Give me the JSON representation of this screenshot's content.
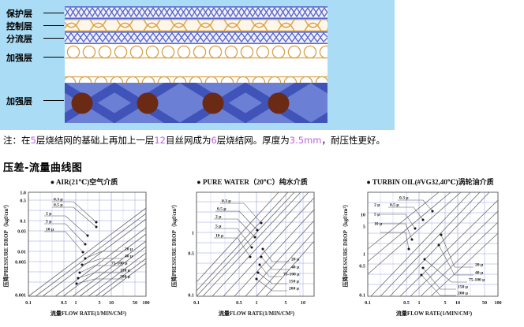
{
  "diagram": {
    "panel_name": "sintered-mesh-cross-section",
    "labels": [
      {
        "text": "保护层",
        "id": "protective-layer"
      },
      {
        "text": "控制层",
        "id": "control-layer"
      },
      {
        "text": "分流层",
        "id": "diversion-layer"
      },
      {
        "text": "加强层",
        "id": "reinforcement-layer-upper"
      },
      {
        "text": "加强层",
        "id": "reinforcement-layer-lower"
      }
    ],
    "colors": {
      "panel_background": "#aadcf5",
      "mesh_background": "#ffffff",
      "blue_weave": "#5566cc",
      "orange_weave": "#d9a24a",
      "wire_dot": "#6b2a14",
      "weave_band": "#6b7fd4"
    }
  },
  "note": {
    "prefix": "注：在",
    "v1": "5",
    "mid1": "层烧结网的基础上再加上一层",
    "v2": "12",
    "mid2": "目丝网成为",
    "v3": "6",
    "mid3": "层烧结网。厚度为",
    "v4": "3.5mm",
    "suffix": "，耐压性更好。",
    "full": "注：在5层烧结网的基础上再加上一层12目丝网成为6层烧结网。厚度为3.5mm，耐压性更好。"
  },
  "section": {
    "heading": "压差-流量曲线图"
  },
  "chart_data": [
    {
      "type": "line",
      "id": "air-chart",
      "bullet": "●",
      "title": "AIR(21℃)空气介质",
      "xlabel": "流量FLOW RATE(1/MIN/CM²)",
      "ylabel": "压降PRESSURE DROP（kgf/cm²）",
      "xticks": [
        "0.1",
        "0.5",
        "1",
        "5",
        "10",
        "50",
        "100"
      ],
      "xtickvals": [
        0.1,
        0.5,
        1,
        5,
        10,
        50,
        100
      ],
      "yticks": [
        "1.0",
        "0.5",
        "0.1",
        "0.05",
        "0.01",
        "0.005",
        "0.001"
      ],
      "ytickvals": [
        1.0,
        0.5,
        0.1,
        0.05,
        0.01,
        0.005,
        0.001
      ],
      "xlim": [
        0.1,
        100
      ],
      "ylim": [
        0.001,
        1.5
      ],
      "grid": true,
      "legend_position": "inline-callouts",
      "series": [
        {
          "name": "0.3 μ",
          "label_side": "left",
          "at_x": 5.0,
          "at_y": 0.12
        },
        {
          "name": "0.5 μ",
          "label_side": "left",
          "at_x": 5.0,
          "at_y": 0.075
        },
        {
          "name": "2 μ",
          "label_side": "left",
          "at_x": 3.2,
          "at_y": 0.04
        },
        {
          "name": "5 μ",
          "label_side": "left",
          "at_x": 3.2,
          "at_y": 0.022
        },
        {
          "name": "10 μ",
          "label_side": "left",
          "at_x": 3.2,
          "at_y": 0.013
        },
        {
          "name": "20 μ",
          "label_side": "right",
          "at_x": 2.0,
          "at_y": 0.0075
        },
        {
          "name": "40 μ",
          "label_side": "right",
          "at_x": 2.0,
          "at_y": 0.0045
        },
        {
          "name": "75-100 μ",
          "label_side": "right",
          "at_x": 2.0,
          "at_y": 0.0028
        },
        {
          "name": "150 μ",
          "label_side": "right",
          "at_x": 2.0,
          "at_y": 0.0018
        },
        {
          "name": "200 μ",
          "label_side": "right",
          "at_x": 2.0,
          "at_y": 0.0013
        }
      ]
    },
    {
      "type": "line",
      "id": "pure-water-chart",
      "bullet": "●",
      "title": "PURE WATER（20℃）纯水介质",
      "xlabel": "流量FLOW RATE(1/MIN/CM²)",
      "ylabel": "压降PRESSURE DROP（kgf/cm²）",
      "xticks": [
        "0.1",
        "0.5",
        "1",
        "5",
        "10"
      ],
      "xtickvals": [
        0.1,
        0.5,
        1,
        5,
        10
      ],
      "yticks": [
        "1",
        "0.5",
        "0.1"
      ],
      "ytickvals": [
        1,
        0.5,
        0.1
      ],
      "xlim": [
        0.1,
        20
      ],
      "ylim": [
        0.06,
        8
      ],
      "grid": true,
      "legend_position": "inline-callouts",
      "series": [
        {
          "name": "0.3 μ",
          "label_side": "left",
          "at_x": 1.1,
          "at_y": 2.3
        },
        {
          "name": "0.5 μ",
          "label_side": "left",
          "at_x": 1.0,
          "at_y": 1.75
        },
        {
          "name": "2 μ",
          "label_side": "left",
          "at_x": 0.95,
          "at_y": 1.25
        },
        {
          "name": "5 μ",
          "label_side": "left",
          "at_x": 0.95,
          "at_y": 0.72
        },
        {
          "name": "10 μ",
          "label_side": "left",
          "at_x": 0.95,
          "at_y": 0.45
        },
        {
          "name": "20 μ",
          "label_side": "right",
          "at_x": 2.9,
          "at_y": 0.62
        },
        {
          "name": "40 μ",
          "label_side": "right",
          "at_x": 2.9,
          "at_y": 0.44
        },
        {
          "name": "75-100 μ",
          "label_side": "right",
          "at_x": 2.9,
          "at_y": 0.22
        },
        {
          "name": "150 μ",
          "label_side": "right",
          "at_x": 2.9,
          "at_y": 0.14
        },
        {
          "name": "200 μ",
          "label_side": "right",
          "at_x": 2.9,
          "at_y": 0.105
        }
      ]
    },
    {
      "type": "line",
      "id": "turbine-oil-chart",
      "bullet": "●",
      "title": "TURBIN OIL(#VG32,40℃)涡轮油介质",
      "xlabel": "流量FLOW RATE(1/MIN/CM²)",
      "ylabel": "压降PRESSURE DROP（kgf/cm²）",
      "xticks": [
        "0.1",
        "0.5",
        "1",
        "5",
        "10",
        "50",
        "100"
      ],
      "xtickvals": [
        0.1,
        0.5,
        1,
        5,
        10,
        50,
        100
      ],
      "yticks": [
        "0.1",
        "0.5",
        "1",
        "5",
        "10"
      ],
      "ytickvals": [
        0.1,
        0.5,
        1,
        5,
        10
      ],
      "xlim": [
        0.1,
        100
      ],
      "ylim": [
        0.1,
        30
      ],
      "grid": true,
      "legend_position": "inline-callouts",
      "series": [
        {
          "name": "0.3 μ",
          "label_side": "left",
          "at_x": 2.0,
          "at_y": 13.5
        },
        {
          "name": "0.5 μ",
          "label_side": "left",
          "at_x": 1.6,
          "at_y": 9.5
        },
        {
          "name": "2 μ",
          "label_side": "left",
          "at_x": 1.3,
          "at_y": 6.5
        },
        {
          "name": "5 μ",
          "label_side": "left",
          "at_x": 1.0,
          "at_y": 3.6
        },
        {
          "name": "10 μ",
          "label_side": "left",
          "at_x": 0.95,
          "at_y": 2.2
        },
        {
          "name": "20 μ",
          "label_side": "right",
          "at_x": 3.4,
          "at_y": 4.1
        },
        {
          "name": "40 μ",
          "label_side": "right",
          "at_x": 3.4,
          "at_y": 2.7
        },
        {
          "name": "75-100 μ",
          "label_side": "right",
          "at_x": 2.2,
          "at_y": 1.0
        },
        {
          "name": "150 μ",
          "label_side": "right",
          "at_x": 2.2,
          "at_y": 0.55
        },
        {
          "name": "200 μ",
          "label_side": "right",
          "at_x": 2.2,
          "at_y": 0.38
        }
      ]
    }
  ]
}
